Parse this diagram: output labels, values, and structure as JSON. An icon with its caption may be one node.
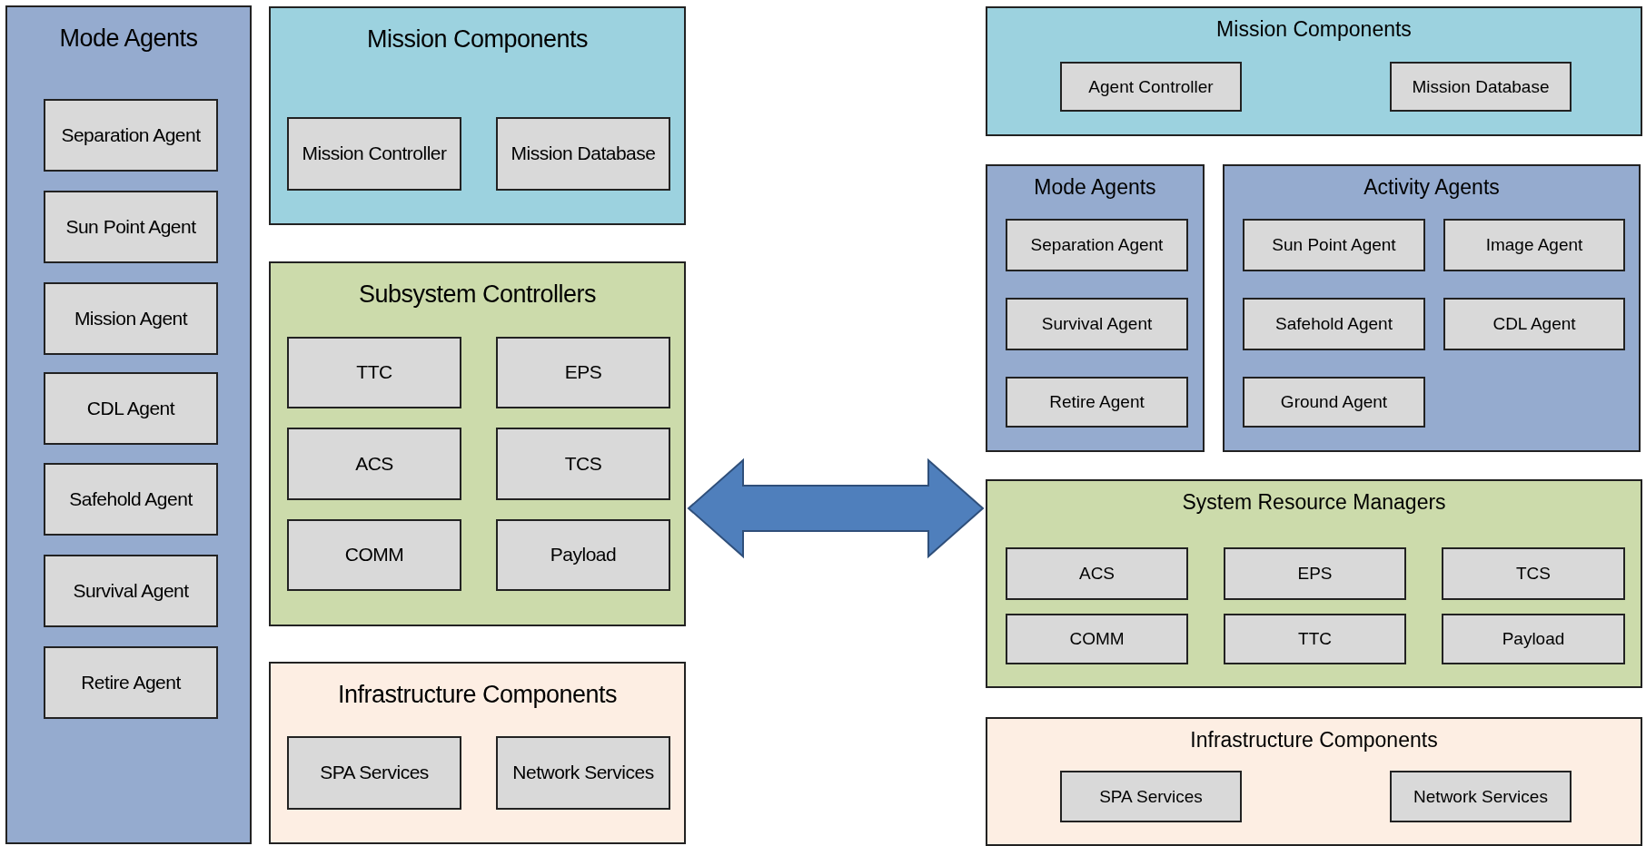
{
  "diagram": {
    "nodes": [
      {
        "text": [
          "Mode Agents"
        ]
      },
      {
        "text": [
          "Separation Agent"
        ],
        "in": 0
      },
      {
        "text": [
          "Sun Point Agent"
        ],
        "in": 0
      },
      {
        "text": [
          "Mission Agent"
        ],
        "in": 0
      },
      {
        "text": [
          "CDL Agent"
        ],
        "in": 0
      },
      {
        "text": [
          "Safehold Agent"
        ],
        "in": 0
      },
      {
        "text": [
          "Survival Agent"
        ],
        "in": 0
      },
      {
        "text": [
          "Retire Agent"
        ],
        "in": 0
      },
      {
        "text": [
          "Mission Components"
        ]
      },
      {
        "text": [
          "Mission Controller"
        ],
        "in": 8
      },
      {
        "text": [
          "Mission Database"
        ],
        "in": 8
      },
      {
        "text": [
          "Subsystem Controllers"
        ]
      },
      {
        "text": [
          "TTC"
        ],
        "in": 11
      },
      {
        "text": [
          "EPS"
        ],
        "in": 11
      },
      {
        "text": [
          "ACS"
        ],
        "in": 11
      },
      {
        "text": [
          "TCS"
        ],
        "in": 11
      },
      {
        "text": [
          "COMM"
        ],
        "in": 11
      },
      {
        "text": [
          "Payload"
        ],
        "in": 11
      },
      {
        "text": [
          "Infrastructure Components"
        ]
      },
      {
        "text": [
          "SPA Services"
        ],
        "in": 18
      },
      {
        "text": [
          "Network Services"
        ],
        "in": 18
      },
      {
        "text": [
          "Mission Components"
        ]
      },
      {
        "text": [
          "Agent Controller"
        ],
        "in": 21
      },
      {
        "text": [
          "Mission Database"
        ],
        "in": 21
      },
      {
        "text": [
          "Mode Agents"
        ]
      },
      {
        "text": [
          "Separation Agent"
        ],
        "in": 24
      },
      {
        "text": [
          "Survival Agent"
        ],
        "in": 24
      },
      {
        "text": [
          "Retire Agent"
        ],
        "in": 24
      },
      {
        "text": [
          "Activity Agents"
        ]
      },
      {
        "text": [
          "Sun Point Agent"
        ],
        "in": 28
      },
      {
        "text": [
          "Image Agent"
        ],
        "in": 28
      },
      {
        "text": [
          "Safehold Agent"
        ],
        "in": 28
      },
      {
        "text": [
          "CDL Agent"
        ],
        "in": 28
      },
      {
        "text": [
          "Ground Agent"
        ],
        "in": 28
      },
      {
        "text": [
          "System Resource Managers"
        ]
      },
      {
        "text": [
          "ACS"
        ],
        "in": 34
      },
      {
        "text": [
          "EPS"
        ],
        "in": 34
      },
      {
        "text": [
          "TCS"
        ],
        "in": 34
      },
      {
        "text": [
          "COMM"
        ],
        "in": 34
      },
      {
        "text": [
          "TTC"
        ],
        "in": 34
      },
      {
        "text": [
          "Payload"
        ],
        "in": 34
      },
      {
        "text": [
          "Infrastructure Components"
        ]
      },
      {
        "text": [
          "SPA Services"
        ],
        "in": 41
      },
      {
        "text": [
          "Network Services"
        ],
        "in": 41
      }
    ],
    "edges": [
      {
        "from": 11,
        "to": 34,
        "arrow": "both"
      }
    ]
  }
}
